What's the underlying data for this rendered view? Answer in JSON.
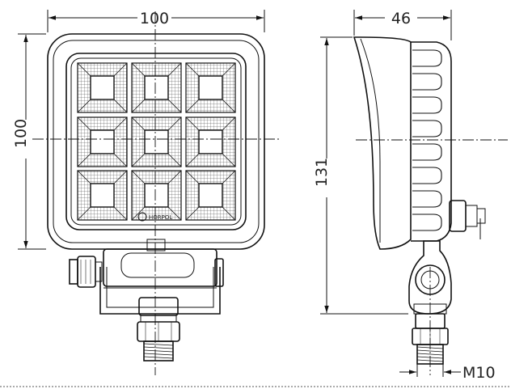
{
  "dimensions": {
    "width_front": "100",
    "height_front": "100",
    "depth_side": "46",
    "height_side": "131",
    "thread": "M10"
  },
  "logo_text": "HORPOL"
}
